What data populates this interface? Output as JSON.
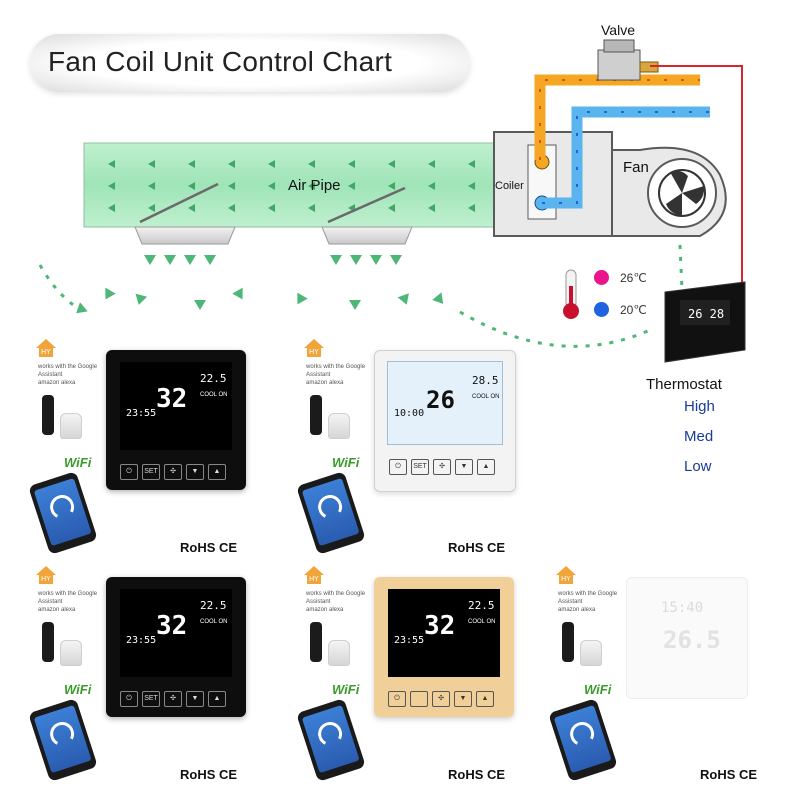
{
  "title": "Fan Coil Unit Control Chart",
  "labels": {
    "valve": "Valve",
    "fan": "Fan",
    "coiler": "Coiler",
    "air_pipe": "Air Pipe",
    "thermostat": "Thermostat"
  },
  "speeds": [
    "High",
    "Med",
    "Low"
  ],
  "temperatures": [
    {
      "label": "26℃",
      "color": "#e9158c"
    },
    {
      "label": "20℃",
      "color": "#1f63e0"
    }
  ],
  "colors": {
    "hot_pipe": "#f5a623",
    "cold_pipe": "#5ab4ee",
    "air_flow": "#8fd8a8",
    "control_wire": "#d9262c"
  },
  "tiles": [
    {
      "style": "black",
      "temp": "32",
      "set": "22.5",
      "clock": "23:55",
      "mode": "COOL ON",
      "compat_1": "works with the Google Assistant",
      "compat_2": "amazon alexa",
      "wifi": "WiFi",
      "cert": "RoHS CE",
      "buttons": [
        "SET"
      ]
    },
    {
      "style": "white",
      "temp": "26",
      "set": "28.5",
      "clock": "10:00",
      "mode": "COOL ON",
      "compat_1": "works with the Google Assistant",
      "compat_2": "amazon alexa",
      "wifi": "WiFi",
      "cert": "RoHS CE",
      "buttons": [
        "SET"
      ]
    },
    {
      "style": "black",
      "temp": "32",
      "set": "22.5",
      "clock": "23:55",
      "mode": "COOL ON",
      "compat_1": "works with the Google Assistant",
      "compat_2": "amazon alexa",
      "wifi": "WiFi",
      "cert": "RoHS CE",
      "buttons": [
        "SET"
      ]
    },
    {
      "style": "gold",
      "temp": "32",
      "set": "22.5",
      "clock": "23:55",
      "mode": "COOL ON",
      "compat_1": "works with the Google Assistant",
      "compat_2": "amazon alexa",
      "wifi": "WiFi",
      "cert": "RoHS CE",
      "buttons": []
    },
    {
      "style": "pale",
      "temp": "26.5",
      "set": "",
      "clock": "15:40",
      "mode": "",
      "compat_1": "works with the Google Assistant",
      "compat_2": "amazon alexa",
      "wifi": "WiFi",
      "cert": "RoHS CE",
      "buttons": []
    }
  ]
}
